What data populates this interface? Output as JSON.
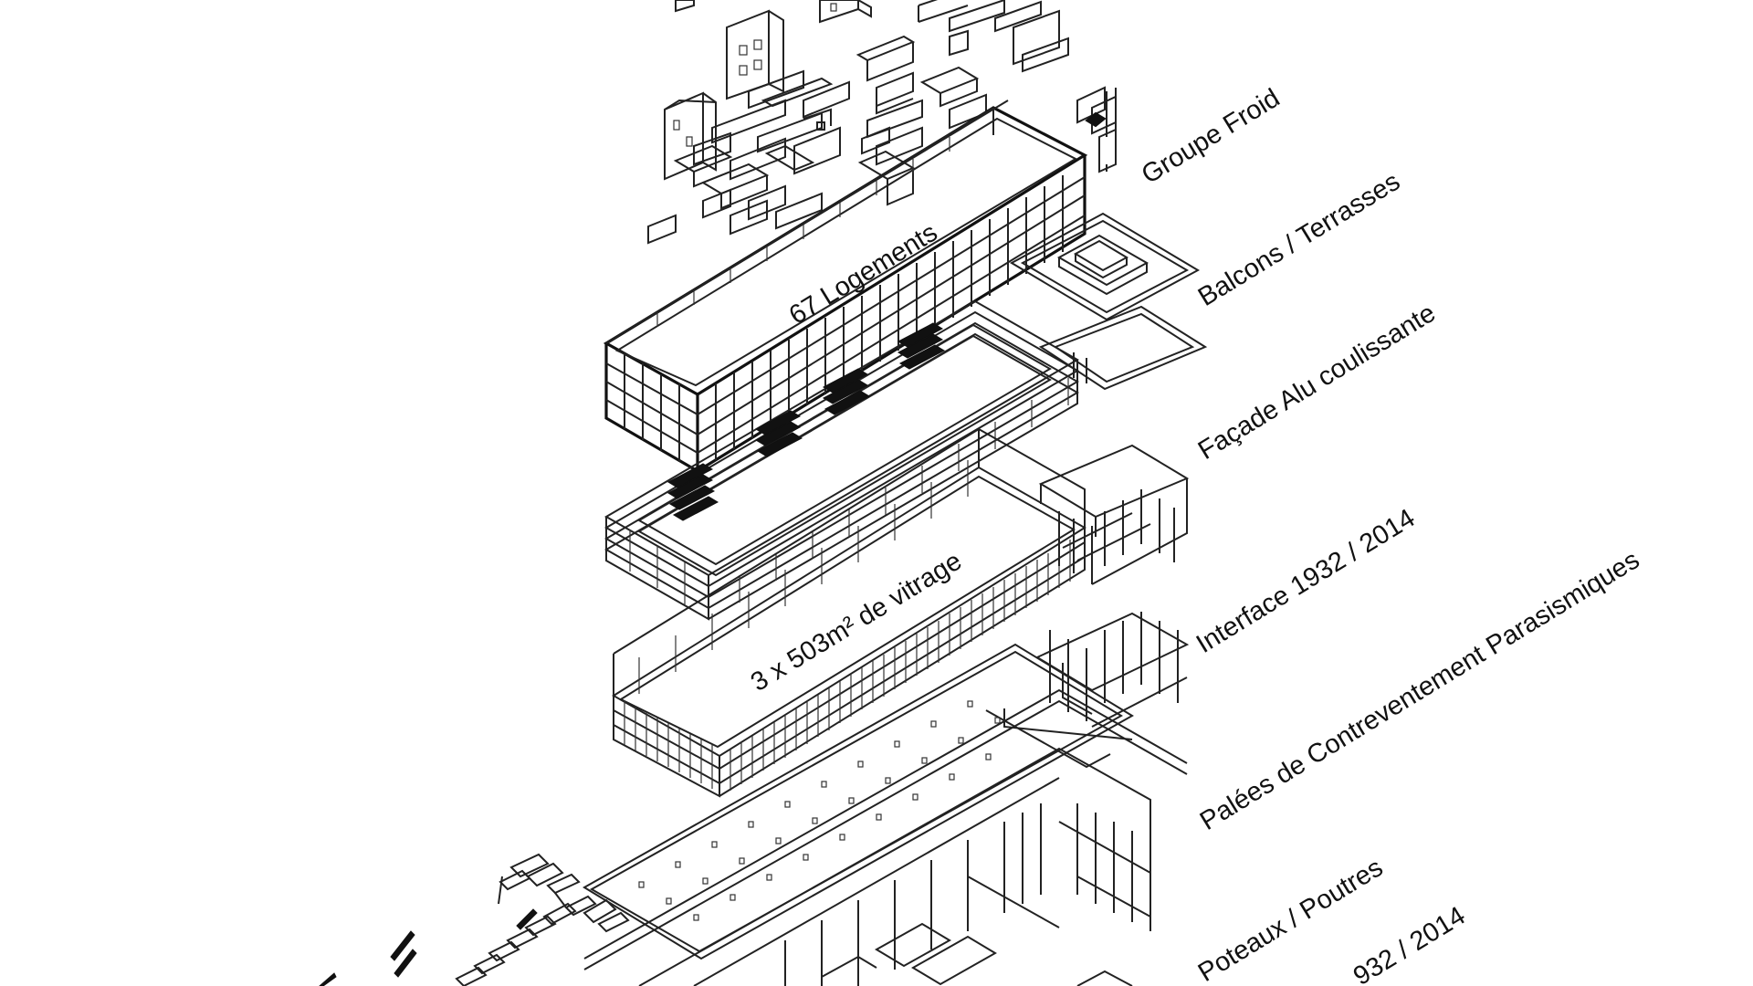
{
  "labels": {
    "groupe_froid": "Groupe Froid",
    "balcons_terrasses": "Balcons / Terrasses",
    "facade_alu": "Façade Alu coulissante",
    "interface": "Interface 1932 / 2014",
    "palees": "Palées de Contreventement Parasismiques",
    "poteaux_poutres": "Poteaux / Poutres",
    "bottom_partial": "932 / 2014"
  },
  "inline_labels": {
    "logements": "67 Logements",
    "vitrage": "3 x 503m² de vitrage"
  },
  "colors": {
    "line": "#222222",
    "background": "#ffffff"
  }
}
